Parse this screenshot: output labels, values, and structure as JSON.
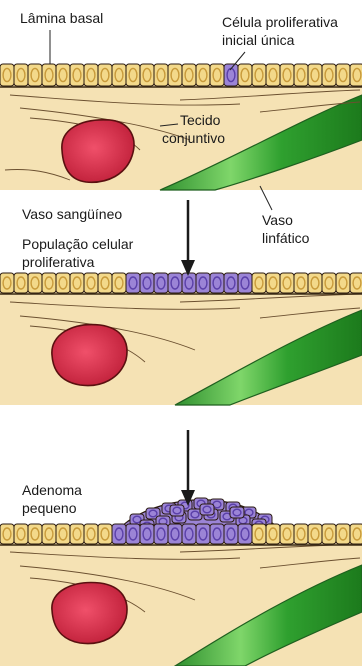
{
  "labels": {
    "basal_lamina": "Lâmina basal",
    "initial_cell_line1": "Célula proliferativa",
    "initial_cell_line2": "inicial única",
    "connective_line1": "Tecido",
    "connective_line2": "conjuntivo",
    "blood_vessel": "Vaso sangüíneo",
    "lymph_line1": "Vaso",
    "lymph_line2": "linfático",
    "population_line1": "População celular",
    "population_line2": "proliferativa",
    "adenoma_line1": "Adenoma",
    "adenoma_line2": "pequeno"
  },
  "colors": {
    "background": "#ffffff",
    "tissue": "#f5e2b4",
    "normal_cell": "#f3d98a",
    "nucleus": "#c89a3a",
    "proliferative_cell": "#9b84d6",
    "proliferative_nucleus": "#5a3fa8",
    "blood_vessel": "#d6304a",
    "lymph_vessel": "#3aa53a",
    "outline": "#2a1a10"
  }
}
